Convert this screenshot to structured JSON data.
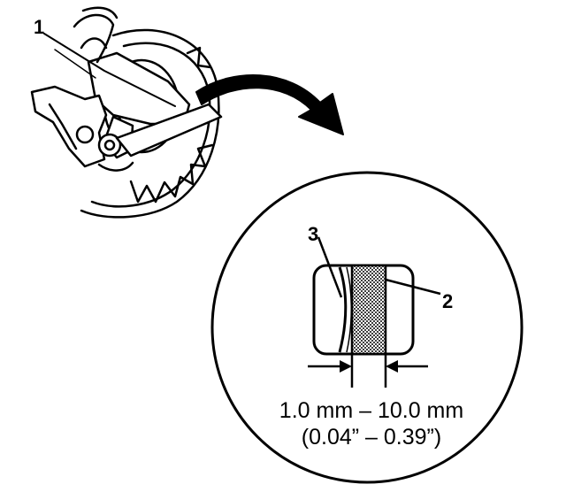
{
  "callouts": {
    "c1": "1",
    "c2": "2",
    "c3": "3"
  },
  "measurement": {
    "metric": "1.0 mm – 10.0 mm",
    "imperial": "(0.04” – 0.39”)"
  },
  "colors": {
    "ink": "#000000",
    "paper": "#ffffff",
    "shade": "#9a9a9a"
  }
}
